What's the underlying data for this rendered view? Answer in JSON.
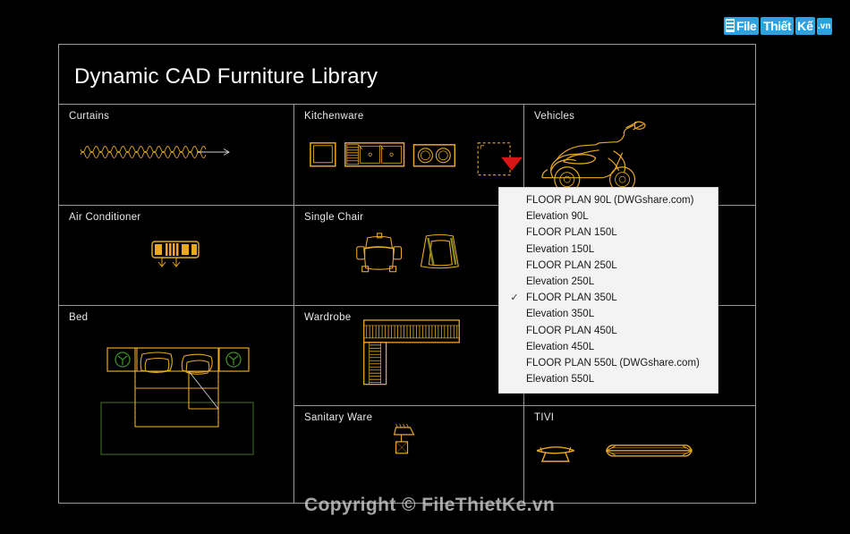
{
  "logo": {
    "name": "filethietke-logo",
    "part1": "File",
    "part2": "Thiết",
    "part3": "Kế",
    "part4": ".vn",
    "color": "#2aa3e0"
  },
  "frame": {
    "title": "Dynamic CAD Furniture Library",
    "border_color": "#9a9a9a",
    "background": "#000000"
  },
  "cells": [
    {
      "label": "Curtains",
      "art": "curtain-drawing"
    },
    {
      "label": "Kitchenware",
      "art": "kitchenware-drawing"
    },
    {
      "label": "Vehicles",
      "art": "scooter-drawing"
    },
    {
      "label": "Air Conditioner",
      "art": "air-conditioner-drawing"
    },
    {
      "label": "Single Chair",
      "art": "single-chair-drawing"
    },
    {
      "label": "Bed",
      "art": "bed-drawing"
    },
    {
      "label": "Wardrobe",
      "art": "wardrobe-drawing"
    },
    {
      "label": "Sanitary Ware",
      "art": "sanitary-ware-drawing"
    },
    {
      "label": "TIVI",
      "art": "tivi-drawing"
    }
  ],
  "dropdown": {
    "background": "#f4f3f3",
    "selected": "FLOOR PLAN 350L",
    "items": [
      {
        "label": "FLOOR PLAN 90L  (DWGshare.com)",
        "checked": false
      },
      {
        "label": "Elevation 90L",
        "checked": false
      },
      {
        "label": "FLOOR PLAN 150L",
        "checked": false
      },
      {
        "label": "Elevation 150L",
        "checked": false
      },
      {
        "label": "FLOOR PLAN 250L",
        "checked": false
      },
      {
        "label": "Elevation 250L",
        "checked": false
      },
      {
        "label": "FLOOR PLAN 350L",
        "checked": true
      },
      {
        "label": "Elevation 350L",
        "checked": false
      },
      {
        "label": "FLOOR PLAN 450L",
        "checked": false
      },
      {
        "label": "Elevation 450L",
        "checked": false
      },
      {
        "label": "FLOOR PLAN 550L  (DWGshare.com)",
        "checked": false
      },
      {
        "label": "Elevation 550L",
        "checked": false
      }
    ],
    "check_glyph": "✓"
  },
  "watermark": {
    "text": "Copyright © FileThietKe.vn"
  },
  "cad": {
    "line_color": "#e8a820",
    "accent_green": "#4a7a2a",
    "cursor_color": "#d81616"
  }
}
